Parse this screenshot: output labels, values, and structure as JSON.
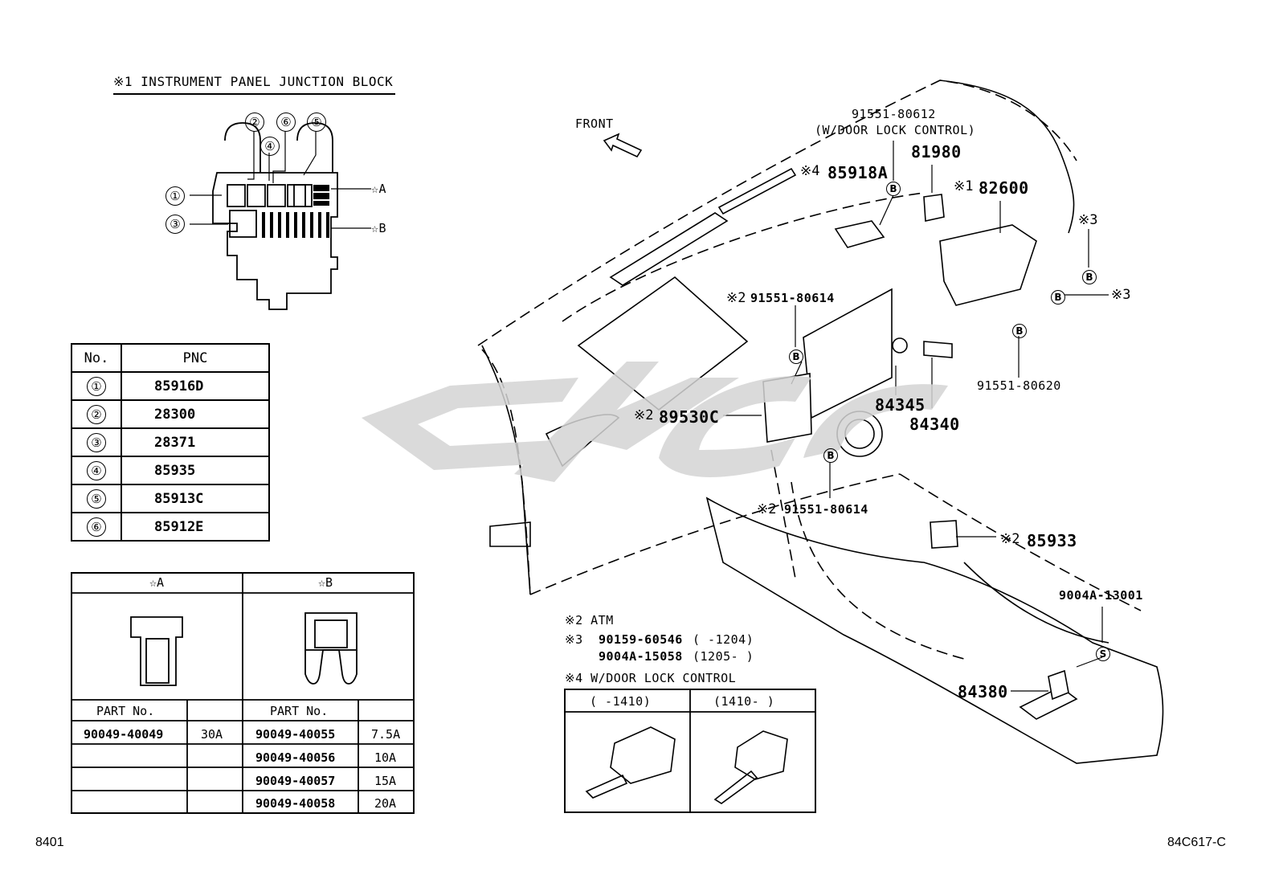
{
  "junction_block": {
    "title": "※1 INSTRUMENT PANEL JUNCTION BLOCK",
    "markers": [
      "①",
      "②",
      "③",
      "④",
      "⑤",
      "⑥"
    ],
    "star_a": "☆A",
    "star_b": "☆B"
  },
  "pnc_table": {
    "headers": [
      "No.",
      "PNC"
    ],
    "rows": [
      {
        "no": "①",
        "pnc": "85916D"
      },
      {
        "no": "②",
        "pnc": "28300"
      },
      {
        "no": "③",
        "pnc": "28371"
      },
      {
        "no": "④",
        "pnc": "85935"
      },
      {
        "no": "⑤",
        "pnc": "85913C"
      },
      {
        "no": "⑥",
        "pnc": "85912E"
      }
    ]
  },
  "fuse_table": {
    "col_a": "☆A",
    "col_b": "☆B",
    "part_header": "PART No.",
    "a_rows": [
      {
        "part": "90049-40049",
        "amp": "30A"
      }
    ],
    "b_rows": [
      {
        "part": "90049-40055",
        "amp": "7.5A"
      },
      {
        "part": "90049-40056",
        "amp": "10A"
      },
      {
        "part": "90049-40057",
        "amp": "15A"
      },
      {
        "part": "90049-40058",
        "amp": "20A"
      }
    ]
  },
  "diagram": {
    "front": "FRONT",
    "labels": {
      "p91551_80612": "91551-80612",
      "w_door_lock": "(W/DOOR LOCK CONTROL)",
      "p81980": "81980",
      "p85918a_mark": "※4",
      "p85918a": "85918A",
      "p82600_mark": "※1",
      "p82600": "82600",
      "mark3_top": "※3",
      "mark3_right": "※3",
      "p91551_80614_top_mark": "※2",
      "p91551_80614_top": "91551-80614",
      "p91551_80620": "91551-80620",
      "p84345": "84345",
      "p84340": "84340",
      "p89530c_mark": "※2",
      "p89530c": "89530C",
      "p91551_80614_bot_mark": "※2",
      "p91551_80614_bot": "91551-80614",
      "p85933_mark": "※2",
      "p85933": "85933",
      "p9004a_13001": "9004A-13001",
      "p84380": "84380",
      "b": "B",
      "s": "S"
    }
  },
  "notes": {
    "n2": "※2  ATM",
    "n3a_mark": "※3",
    "n3a_part": "90159-60546",
    "n3a_range": "(     -1204)",
    "n3b_part": "9004A-15058",
    "n3b_range": "(1205-     )",
    "n4": "※4  W/DOOR LOCK CONTROL"
  },
  "door_table": {
    "col1": "(     -1410)",
    "col2": "(1410-     )"
  },
  "footer": {
    "left": "8401",
    "right": "84C617-C"
  }
}
